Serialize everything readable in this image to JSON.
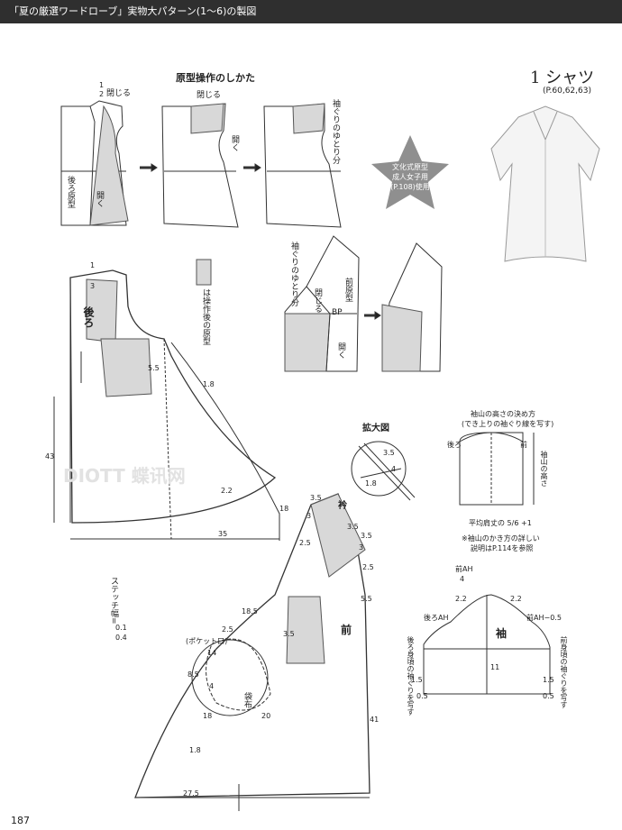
{
  "header": {
    "title": "「夏の厳選ワードローブ」実物大パターン(1〜6)の製図"
  },
  "section_title": "原型操作のしかた",
  "item": {
    "title": "1 シャツ",
    "pages": "(P.60,62,63)"
  },
  "star": {
    "text": [
      "文化式原型",
      "成人女子用",
      "(P.108)使用"
    ]
  },
  "top_steps": {
    "step1": {
      "fraction_num": "1",
      "fraction_den": "2",
      "close": "閉じる",
      "base_label": "後ろ原型",
      "open": "開く"
    },
    "step2": {
      "close": "閉じる",
      "open": "開く"
    },
    "step3": {
      "ease": "袖ぐりのゆとり分"
    }
  },
  "legend": {
    "text": "は操作後の原型"
  },
  "front_manip": {
    "ease": "袖ぐりのゆとり分",
    "close": "閉じる",
    "label": "前原型",
    "bp": "BP",
    "open": "開く"
  },
  "back_panel": {
    "label": "後ろ",
    "dims": {
      "d1": "1",
      "d3": "3",
      "d55": "5.5",
      "d18a": "1.8",
      "d43": "43",
      "d22": "2.2",
      "d18b": "18",
      "d35": "35"
    }
  },
  "zoom": {
    "title": "拡大図",
    "d35": "3.5",
    "d4": "4",
    "d18": "1.8"
  },
  "sleeve_cap": {
    "title_line1": "袖山の高さの決め方",
    "title_line2": "(でき上りの袖ぐり線を写す)",
    "back": "後ろ",
    "front": "前",
    "height_label": "袖山の高さ",
    "avg_line": "平均肩丈の",
    "avg_num": "5",
    "avg_den": "6",
    "avg_plus": "+1",
    "note_line1": "※袖山のかき方の詳しい",
    "note_line2": "説明はP.114を参照"
  },
  "stitch": {
    "label": "ステッチ幅=",
    "values": [
      "0.1",
      "0.4"
    ]
  },
  "front_panel": {
    "collar": "衿",
    "label": "前",
    "pocket_opening": "(ポケット口)",
    "pocket_bag": "袋布",
    "dims": {
      "c35a": "3.5",
      "c3": "3",
      "c25": "2.5",
      "c35b": "3.5",
      "c35c": "3.5",
      "c3b": "3",
      "c25b": "2.5",
      "c55": "5.5",
      "d185": "18.5",
      "d35": "3.5",
      "d25": "2.5",
      "d14": "14",
      "d85": "8.5",
      "d4": "4",
      "d18": "18",
      "d20": "20",
      "d41": "41",
      "d18b": "1.8",
      "d275": "27.5"
    }
  },
  "sleeve": {
    "formula_top": "前AH",
    "formula_bottom": "4",
    "label": "袖",
    "back_ah": "後ろAH",
    "front_ah": "前AH−0.5",
    "d22a": "2.2",
    "d22b": "2.2",
    "d11": "11",
    "d15a": "1.5",
    "d05a": "0.5",
    "d15b": "1.5",
    "d05b": "0.5",
    "back_copy": "後ろ身頃の袖ぐりを写す",
    "front_copy": "前身頃の袖ぐりを写す"
  },
  "page_number": "187",
  "watermark": "DIOTT 蝶讯网"
}
